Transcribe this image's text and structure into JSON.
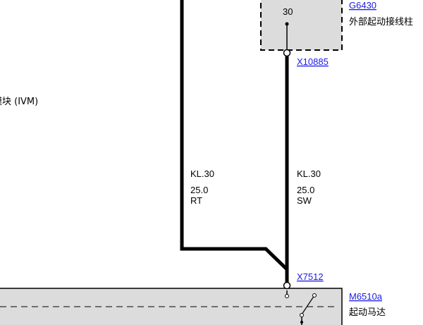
{
  "components": {
    "external_terminal": {
      "code": "G6430",
      "name": "外部起动接线柱",
      "pin": "30"
    },
    "starter": {
      "code": "M6510a",
      "name": "起动马达"
    },
    "module_partial": {
      "text": "模块 (IVM)"
    }
  },
  "connectors": {
    "top": "X10885",
    "bottom": "X7512"
  },
  "wires": [
    {
      "id": "left",
      "signal": "KL.30",
      "gauge": "25.0",
      "color": "RT"
    },
    {
      "id": "right",
      "signal": "KL.30",
      "gauge": "25.0",
      "color": "SW"
    }
  ],
  "colors": {
    "component_fill": "#dcdcdc",
    "link": "#1a1ae6",
    "wire": "#000000"
  }
}
